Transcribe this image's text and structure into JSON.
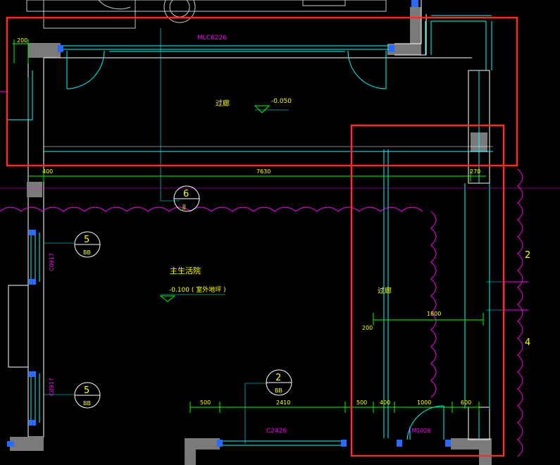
{
  "labels": {
    "window_top": "MLC6226",
    "corridor_top": "过廊",
    "elev_top": "-0.050",
    "dim_left_top": "200",
    "dim_bottom_left": "400",
    "dim_bottom_mid": "7630",
    "dim_bottom_right": "270",
    "callout6_num": "6",
    "callout6_ref": "JJ",
    "callout5a_num": "5",
    "callout5a_ref": "BB",
    "callout5b_num": "5",
    "callout5b_ref": "BB",
    "callout2_num": "2",
    "callout2_ref": "BB",
    "window_left_a": "C0917",
    "window_left_b": "C0917",
    "room_name": "主生活院",
    "room_elev": "-0.100 ( 室外地坪 )",
    "corridor_right": "过廊",
    "dim_1800": "1800",
    "dim_200": "200",
    "dim_500a": "500",
    "dim_2410": "2410",
    "dim_500b": "500",
    "dim_400": "400",
    "dim_1000": "1000",
    "dim_600": "600",
    "window_bottom": "C2426",
    "door_bottom": "LM1026",
    "grid_2": "2",
    "grid_4": "4"
  },
  "colors": {
    "background": "#000000",
    "wall": "#ffffff",
    "wall_fill": "#808080",
    "glazing": "#00ffff",
    "dimension": "#00ff00",
    "text": "#ffff00",
    "magenta": "#ff00ff",
    "highlight": "#ff2a2a"
  }
}
